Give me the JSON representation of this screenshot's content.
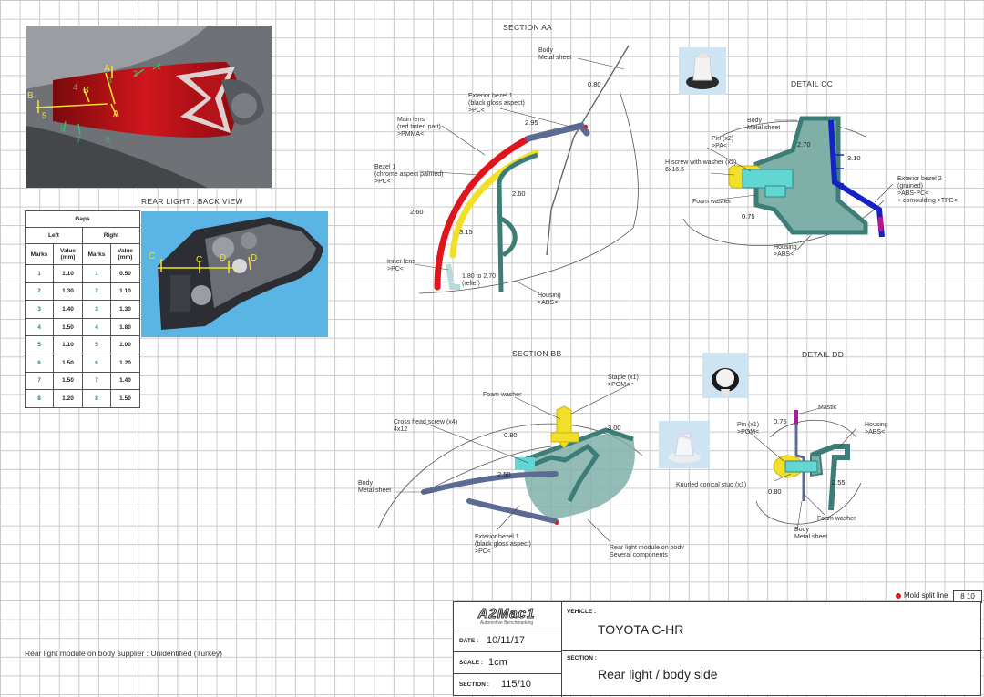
{
  "titles": {
    "section_aa": "SECTION AA",
    "section_bb": "SECTION BB",
    "detail_cc": "DETAIL CC",
    "detail_dd": "DETAIL DD",
    "rear_light_back": "REAR LIGHT : BACK VIEW"
  },
  "photo_marks": {
    "letters": [
      "A",
      "A",
      "B",
      "B"
    ],
    "numbers": [
      "1",
      "2",
      "3",
      "4",
      "5",
      "6",
      "7",
      "8"
    ]
  },
  "back_marks": [
    "C",
    "C",
    "D",
    "D"
  ],
  "gaps_table": {
    "title": "Gaps",
    "left": "Left",
    "right": "Right",
    "col_marks": "Marks",
    "col_value": "Value\n(mm)",
    "rows": [
      {
        "lm": "1",
        "lv": "1.10",
        "rm": "1",
        "rv": "0.50"
      },
      {
        "lm": "2",
        "lv": "1.30",
        "rm": "2",
        "rv": "1.10"
      },
      {
        "lm": "3",
        "lv": "1.40",
        "rm": "3",
        "rv": "1.30"
      },
      {
        "lm": "4",
        "lv": "1.50",
        "rm": "4",
        "rv": "1.80"
      },
      {
        "lm": "5",
        "lv": "1.10",
        "rm": "5",
        "rv": "1.00"
      },
      {
        "lm": "6",
        "lv": "1.50",
        "rm": "6",
        "rv": "1.20"
      },
      {
        "lm": "7",
        "lv": "1.50",
        "rm": "7",
        "rv": "1.40"
      },
      {
        "lm": "8",
        "lv": "1.20",
        "rm": "8",
        "rv": "1.50"
      }
    ]
  },
  "section_aa": {
    "body_metal": "Body\nMetal sheet",
    "exterior_bezel": "Exterior bezel 1\n(black gloss aspect)\n>PC<",
    "main_lens": "Main lens\n(red tinted part)\n>PMMA<",
    "bezel1": "Bezel 1\n(chrome aspect painted)\n>PC<",
    "inner_lens": "Inner lens\n>PC<",
    "housing": "Housing\n>ABS<",
    "relief": "1.80 to 2.70\n(relief)",
    "d080": "0.80",
    "d295": "2.95",
    "d260a": "2.60",
    "d260b": "2.60",
    "d315": "3.15"
  },
  "detail_cc": {
    "body_metal": "Body\nMetal sheet",
    "pin": "Pin (x2)\n>PA<",
    "h_screw": "H screw with washer (x2)\n6x16.5",
    "foam": "Foam washer",
    "ext_bezel2": "Exterior bezel 2\n(grained)\n>ABS-PC<\n+ comoulding >TPE<",
    "housing": "Housing\n>ABS<",
    "d270": "2.70",
    "d310": "3.10",
    "d075": "0.75"
  },
  "section_bb": {
    "foam": "Foam washer",
    "staple": "Staple (x1)\n>POM<",
    "cross_screw": "Cross head screw (x4)\n4x12",
    "body_metal": "Body\nMetal sheet",
    "ext_bezel": "Exterior bezel 1\n(black gloss aspect)\n>PC<",
    "module": "Rear light module on body\nSeveral components",
    "d080": "0.80",
    "d300": "3.00",
    "d250": "2.50"
  },
  "detail_dd": {
    "mastic": "Mastic",
    "housing": "Housing\n>ABS<",
    "pin": "Pin (x1)\n>POM<",
    "stud": "Knurled conical stud (x1)",
    "foam": "Foam washer",
    "body_metal": "Body\nMetal sheet",
    "d075": "0.75",
    "d255": "2.55",
    "d080": "0.80"
  },
  "legend": {
    "mold_split": "Mold split line",
    "page": "8 10"
  },
  "footer_note": "Rear light module on body supplier : Unidentified (Turkey)",
  "title_block": {
    "logo": "A2Mac1",
    "logo_sub": "Automotive Benchmarking",
    "vehicle_key": "VEHICLE :",
    "vehicle_val": "TOYOTA C-HR",
    "date_key": "DATE :",
    "date_val": "10/11/17",
    "scale_key": "SCALE :",
    "scale_val": "1cm",
    "section_key": "SECTION :",
    "section_val": "115/10",
    "section2_key": "SECTION :",
    "section2_val": "Rear light / body side"
  },
  "colors": {
    "housing": "#3d7d78",
    "housing_fill": "#7fb0a8",
    "bezel": "#5b6b93",
    "lens_red": "#e0141b",
    "chrome_yellow": "#f2df2a",
    "inner_lens": "#b9dbd8",
    "bezel2_blue": "#1522c8",
    "pin_cyan": "#62d6d2",
    "split_red": "#d42020"
  }
}
